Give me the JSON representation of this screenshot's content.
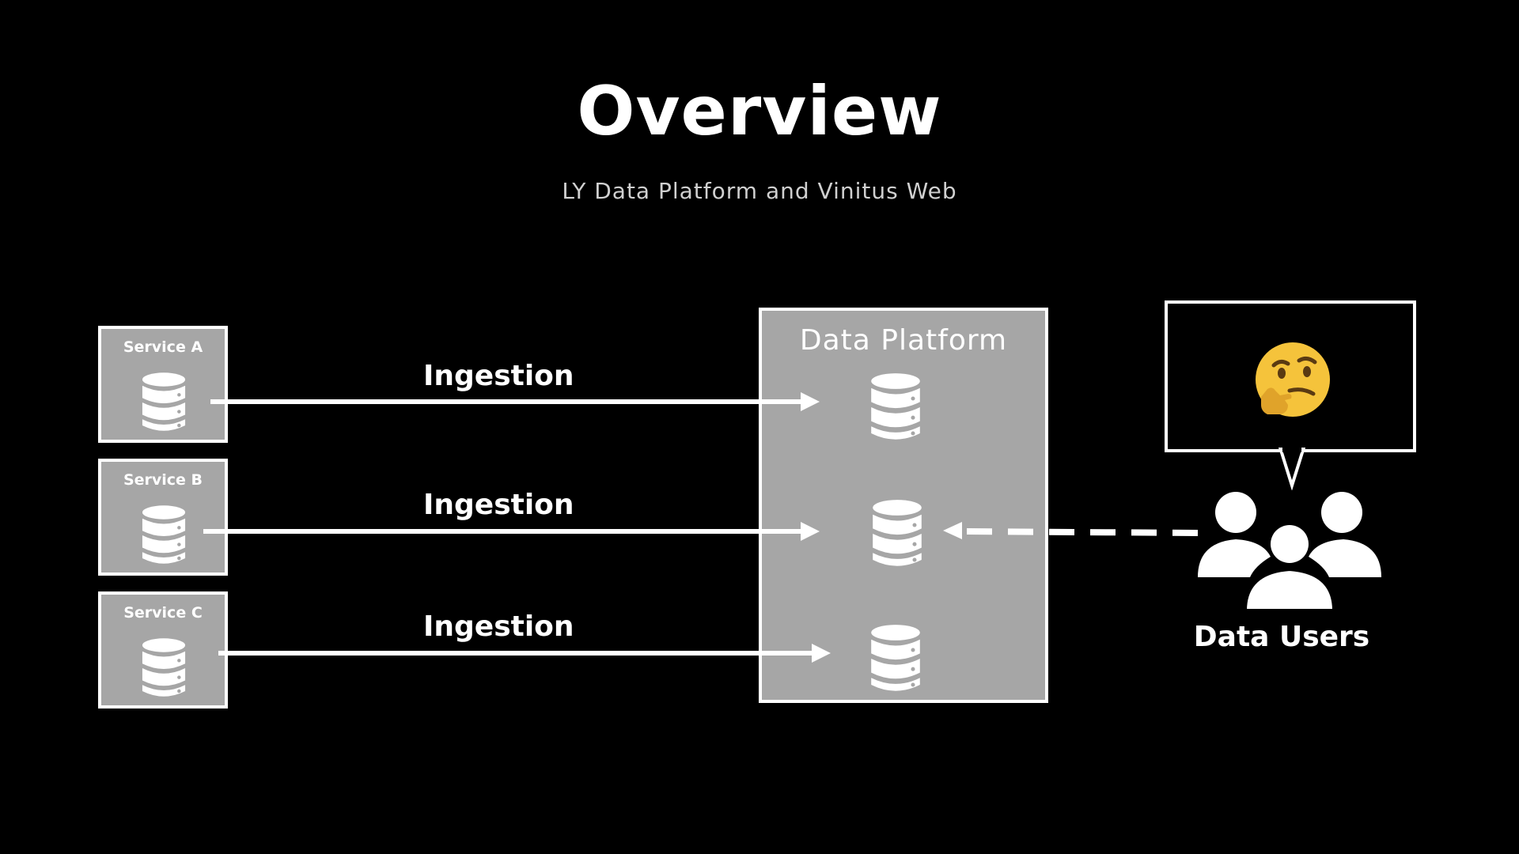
{
  "slide": {
    "title": "Overview",
    "subtitle": "LY Data Platform and Vinitus Web"
  },
  "services": [
    {
      "label": "Service A"
    },
    {
      "label": "Service B"
    },
    {
      "label": "Service C"
    }
  ],
  "flows": [
    {
      "label": "Ingestion"
    },
    {
      "label": "Ingestion"
    },
    {
      "label": "Ingestion"
    }
  ],
  "platform": {
    "label": "Data Platform"
  },
  "users": {
    "label": "Data Users",
    "thought_icon": "thinking-face-icon",
    "icon": "people-group-icon"
  },
  "colors": {
    "background": "#000000",
    "box_fill": "#a6a6a6",
    "line": "#ffffff",
    "emoji_face": "#f5c33b"
  }
}
